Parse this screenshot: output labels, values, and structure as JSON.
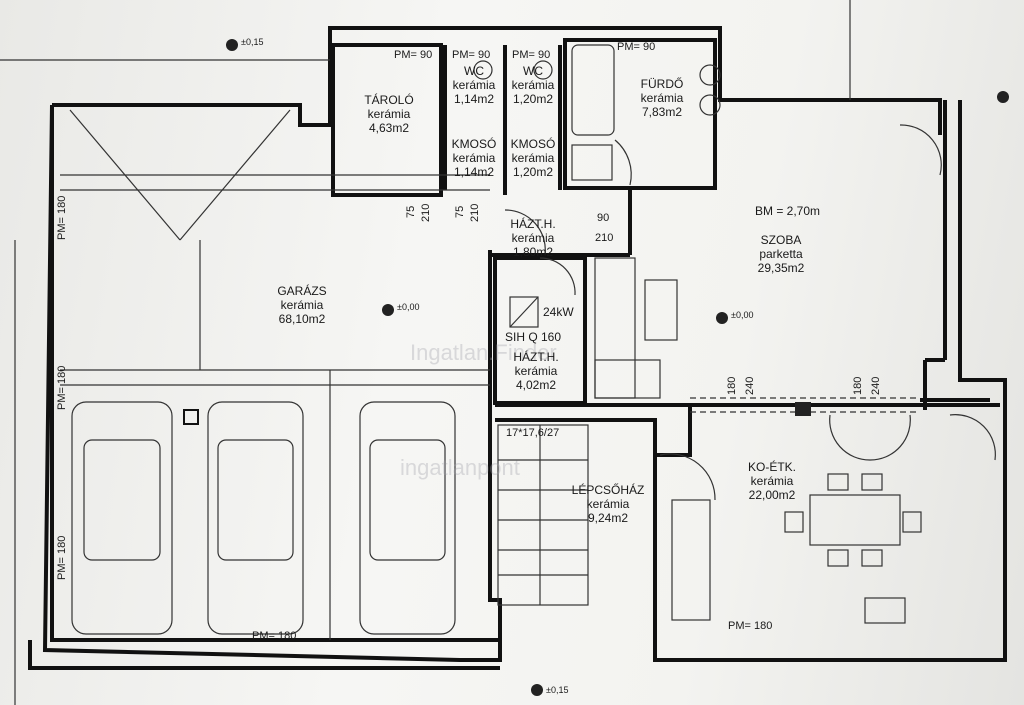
{
  "rooms": {
    "tarolo": {
      "name": "TÁROLÓ",
      "floor": "kerámia",
      "area": "4,63m2"
    },
    "wc1": {
      "name": "WC",
      "floor": "kerámia",
      "area": "1,14m2"
    },
    "wc2": {
      "name": "WC",
      "floor": "kerámia",
      "area": "1,20m2"
    },
    "kmoso1": {
      "name": "KMOSÓ",
      "floor": "kerámia",
      "area": "1,14m2"
    },
    "kmoso2": {
      "name": "KMOSÓ",
      "floor": "kerámia",
      "area": "1,20m2"
    },
    "furdo": {
      "name": "FÜRDŐ",
      "floor": "kerámia",
      "area": "7,83m2"
    },
    "haztartasi1": {
      "name": "HÁZT.H.",
      "floor": "kerámia",
      "area": "1,80m2"
    },
    "szoba": {
      "name": "SZOBA",
      "floor": "parketta",
      "area": "29,35m2"
    },
    "garazs": {
      "name": "GARÁZS",
      "floor": "kerámia",
      "area": "68,10m2"
    },
    "haztartasi2": {
      "name": "HÁZT.H.",
      "floor": "kerámia",
      "area": "4,02m2"
    },
    "lepcsohaz": {
      "name": "LÉPCSŐHÁZ",
      "floor": "kerámia",
      "area": "9,24m2"
    },
    "konyha_etkezo": {
      "name": "KO-ÉTK.",
      "floor": "kerámia",
      "area": "22,00m2"
    }
  },
  "annotations": {
    "ceiling_height": "BM = 2,70m",
    "boiler_power": "24kW",
    "boiler_tank": "SIH Q 160",
    "stairs": "17*17,6/27",
    "pm90": "PM= 90",
    "pm180": "PM= 180",
    "level_top": "±0,15",
    "level_bottom": "±0,15",
    "level_zero": "±0,00",
    "dim_75": "75",
    "dim_90": "90",
    "dim_180": "180",
    "dim_210": "210",
    "dim_240": "240"
  },
  "watermarks": [
    "Ingatlan.Finder",
    "ingatlanpont"
  ]
}
